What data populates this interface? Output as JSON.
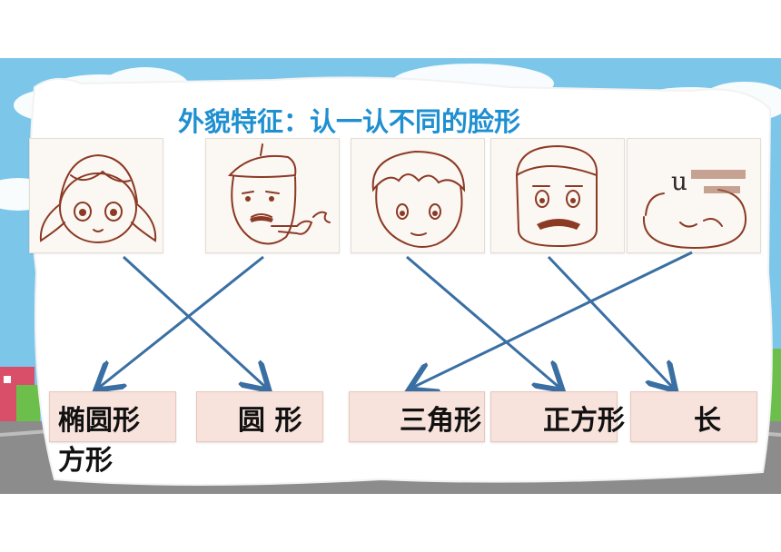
{
  "title": "外貌特征：认一认不同的脸形",
  "faces": [
    {
      "id": "face-girl-pigtails",
      "note": ""
    },
    {
      "id": "face-man-pipe",
      "note": ""
    },
    {
      "id": "face-boy-spiky",
      "note": ""
    },
    {
      "id": "face-man-mustache",
      "note": ""
    },
    {
      "id": "face-round-sketch",
      "note": "u"
    }
  ],
  "labels": {
    "oval_line1": "椭圆形",
    "oval_line2": "方形",
    "round": "圆 形",
    "triangle": "三角形",
    "square": "正方形",
    "long": "长"
  },
  "colors": {
    "title": "#1e8fd0",
    "arrow": "#3a6fa3",
    "box_fill": "#f8e2dc",
    "sky": "#7cc6ea",
    "sketch": "#8b3a24"
  }
}
